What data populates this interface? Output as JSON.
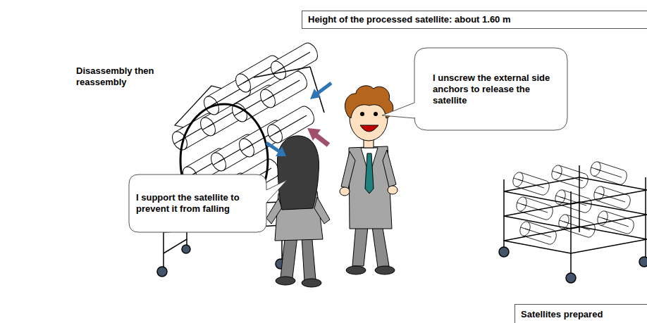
{
  "diagram": {
    "nodes": [
      {
        "text": [
          "Height of the processed satellite: about 1.60 m"
        ]
      },
      {
        "text": [
          "I unscrew the external side anchors to release the satellite"
        ]
      },
      {
        "text": [
          "I support the satellite to prevent it from falling"
        ]
      },
      {
        "text": [
          "Satellites prepared"
        ]
      }
    ],
    "labels": [
      "Disassembly then reassembly"
    ]
  }
}
